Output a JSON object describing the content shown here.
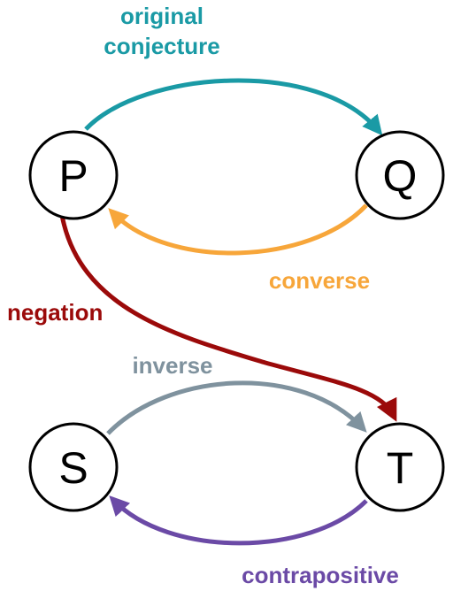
{
  "nodes": {
    "p": "P",
    "q": "Q",
    "s": "S",
    "t": "T"
  },
  "edges": {
    "original": {
      "label_line1": "original",
      "label_line2": "conjecture",
      "color": "#1a9aa5"
    },
    "converse": {
      "label": "converse",
      "color": "#f7a63a"
    },
    "negation": {
      "label": "negation",
      "color": "#9b0a0a"
    },
    "inverse": {
      "label": "inverse",
      "color": "#7f929e"
    },
    "contrapositive": {
      "label": "contrapositive",
      "color": "#6b4aa6"
    }
  }
}
